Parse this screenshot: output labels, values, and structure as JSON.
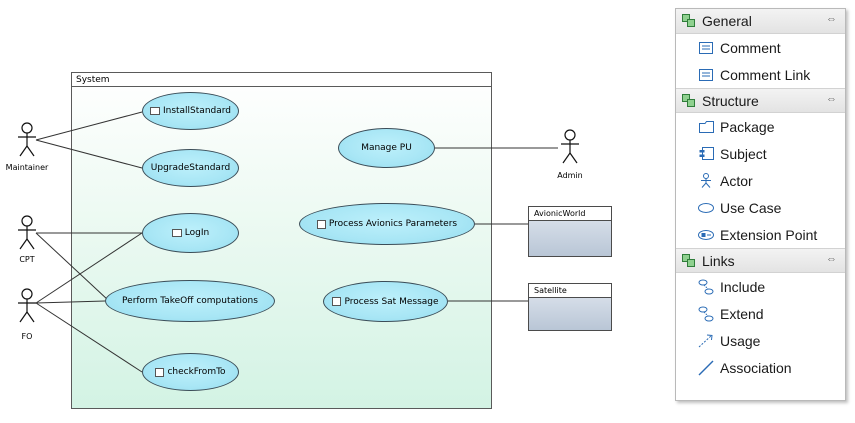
{
  "diagram": {
    "system_title": "System",
    "actors": {
      "maintainer": "Maintainer",
      "cpt": "CPT",
      "fo": "FO",
      "admin": "Admin"
    },
    "use_cases": {
      "install_standard": "InstallStandard",
      "upgrade_standard": "UpgradeStandard",
      "login": "LogIn",
      "perform_takeoff": "Perform TakeOff computations",
      "check_from_to": "checkFromTo",
      "manage_pu": "Manage PU",
      "process_avionics": "Process Avionics Parameters",
      "process_sat": "Process Sat Message"
    },
    "subjects": {
      "avionic_world": "AvionicWorld",
      "satellite": "Satellite"
    }
  },
  "palette": {
    "general": {
      "title": "General",
      "items": [
        "Comment",
        "Comment Link"
      ]
    },
    "structure": {
      "title": "Structure",
      "items": [
        "Package",
        "Subject",
        "Actor",
        "Use Case",
        "Extension Point"
      ]
    },
    "links": {
      "title": "Links",
      "items": [
        "Include",
        "Extend",
        "Usage",
        "Association"
      ]
    },
    "collapse_icon": "double-arrow-icon",
    "colors": {
      "use_case_fill": "#a8e6f5",
      "system_gradient_bottom": "#d3f3e4",
      "subject_fill": "#c4cfdd",
      "icon_blue": "#2a6bb5"
    }
  }
}
